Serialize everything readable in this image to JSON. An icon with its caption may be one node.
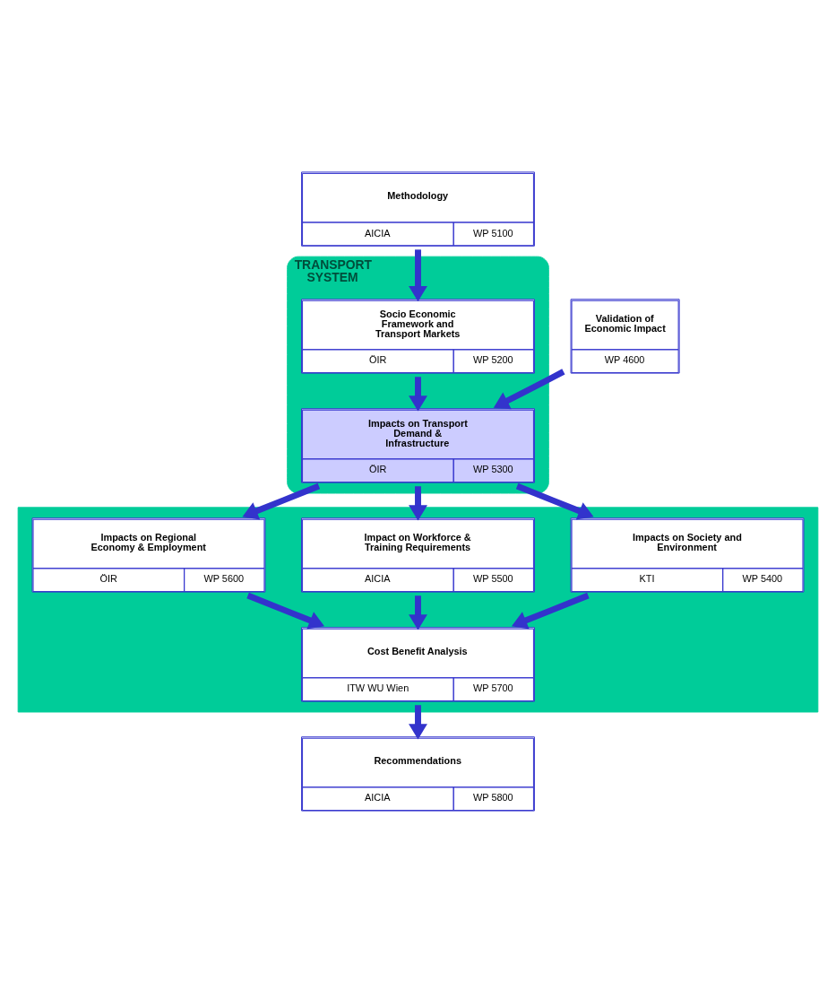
{
  "diagram": {
    "nodes": [
      {
        "text": [
          "Methodology",
          "AICIA",
          "WP 5100"
        ]
      },
      {
        "text": [
          "TRANSPORT SYSTEM"
        ]
      },
      {
        "text": [
          "Socio Economic Framework and Transport Markets",
          "ÖIR",
          "WP 5200"
        ],
        "in": 1
      },
      {
        "text": [
          "Validation of Economic Impact",
          "WP 4600"
        ]
      },
      {
        "text": [
          "Impacts on Transport Demand & Infrastructure",
          "ÖIR",
          "WP 5300"
        ],
        "in": 1
      },
      {
        "text": [],
        "shape": "box"
      },
      {
        "text": [
          "Impacts on Society and Environment",
          "KTI",
          "WP 5400"
        ],
        "in": 5
      },
      {
        "text": [
          "Impact on Workforce & Training Requirements",
          "AICIA",
          "WP 5500"
        ],
        "in": 5
      },
      {
        "text": [
          "Impacts on Regional Economy & Employment",
          "ÖIR",
          "WP 5600"
        ],
        "in": 5
      },
      {
        "text": [
          "Cost Benefit Analysis",
          "ITW WU Wien",
          "WP 5700"
        ],
        "in": 5
      },
      {
        "text": [
          "Recommendations",
          "AICIA",
          "WP 5800"
        ]
      }
    ],
    "edges": [
      {
        "from": 0,
        "to": 2,
        "arrow": "to"
      },
      {
        "from": 2,
        "to": 4,
        "arrow": "to"
      },
      {
        "from": 3,
        "to": 4,
        "arrow": "to"
      },
      {
        "from": 4,
        "to": 6,
        "arrow": "to"
      },
      {
        "from": 4,
        "to": 7,
        "arrow": "to"
      },
      {
        "from": 4,
        "to": 8,
        "arrow": "to"
      },
      {
        "from": 6,
        "to": 9,
        "arrow": "to"
      },
      {
        "from": 7,
        "to": 9,
        "arrow": "to"
      },
      {
        "from": 8,
        "to": 9,
        "arrow": "to"
      },
      {
        "from": 9,
        "to": 10,
        "arrow": "to"
      }
    ]
  }
}
